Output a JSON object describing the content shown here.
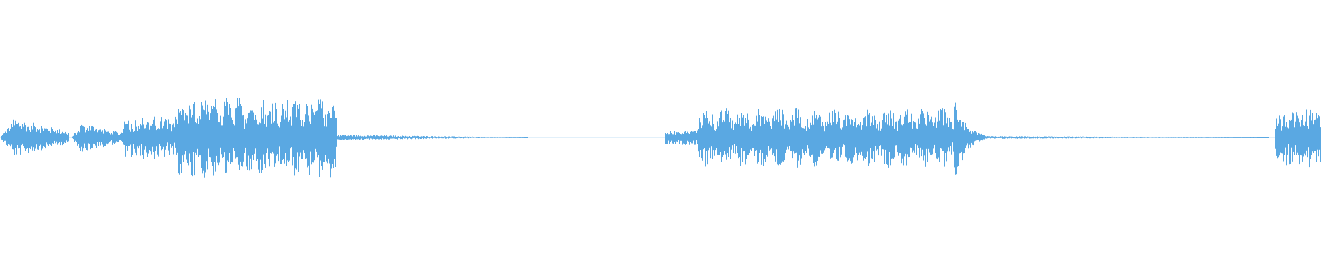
{
  "waveform": {
    "color": "#5AA8E2",
    "background": "#FFFFFF",
    "segments": [
      {
        "start": 0.0,
        "end": 0.052,
        "peak": 0.14,
        "shape": "swell"
      },
      {
        "start": 0.054,
        "end": 0.093,
        "peak": 0.11,
        "shape": "swell"
      },
      {
        "start": 0.093,
        "end": 0.132,
        "peak": 0.16,
        "shape": "dense"
      },
      {
        "start": 0.132,
        "end": 0.255,
        "peak": 0.3,
        "shape": "dense"
      },
      {
        "start": 0.255,
        "end": 0.4,
        "peak": 0.02,
        "shape": "decay"
      },
      {
        "start": 0.503,
        "end": 0.528,
        "peak": 0.06,
        "shape": "flat"
      },
      {
        "start": 0.528,
        "end": 0.72,
        "peak": 0.22,
        "shape": "dense"
      },
      {
        "start": 0.72,
        "end": 0.745,
        "peak": 0.32,
        "shape": "attack"
      },
      {
        "start": 0.745,
        "end": 0.96,
        "peak": 0.01,
        "shape": "decay"
      },
      {
        "start": 0.965,
        "end": 1.0,
        "peak": 0.22,
        "shape": "dense"
      }
    ]
  }
}
